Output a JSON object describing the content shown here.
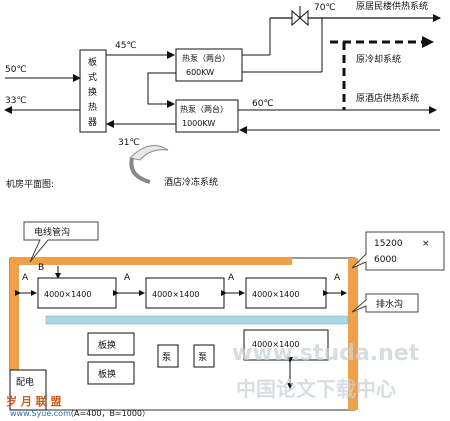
{
  "schematic": {
    "t_50": "50℃",
    "t_33": "33℃",
    "t_45": "45℃",
    "t_31": "31℃",
    "t_60": "60℃",
    "t_70": "70℃",
    "plate_hx": [
      "板",
      "式",
      "换",
      "热",
      "器"
    ],
    "hp1_line1": "热泵（两台）",
    "hp1_line2": "600KW",
    "hp2_line1": "热泵（两台）",
    "hp2_line2": "1000KW",
    "sys_residential": "原居民楼供热系统",
    "sys_cooling": "原冷却系统",
    "sys_hotel_heat": "原酒店供热系统",
    "hotel_cold": "酒店冷冻系统"
  },
  "floorplan": {
    "title": "机房平面图:",
    "cable_trench": "电线管沟",
    "dims_callout_1": "15200",
    "dims_callout_x": "×",
    "dims_callout_2": "6000",
    "drain_trench": "排水沟",
    "unit_1": "4000×1400",
    "unit_2": "4000×1400",
    "unit_3": "4000×1400",
    "unit_4": "4000×1400",
    "plate_1": "板换",
    "plate_2": "板换",
    "pump_1": "泵",
    "pump_2": "泵",
    "switch": "配电",
    "label_a": "A",
    "label_b": "B",
    "note": "（A=400，B=1000）"
  },
  "watermark": {
    "text1": "www.studa.net",
    "text2": "中国论文下载中心",
    "logo_cn": "岁 月 联 盟",
    "logo_url": "www.Syue.com"
  },
  "colors": {
    "orange_wall": "#f0a048",
    "cyan_bar": "#a8d8e8"
  }
}
